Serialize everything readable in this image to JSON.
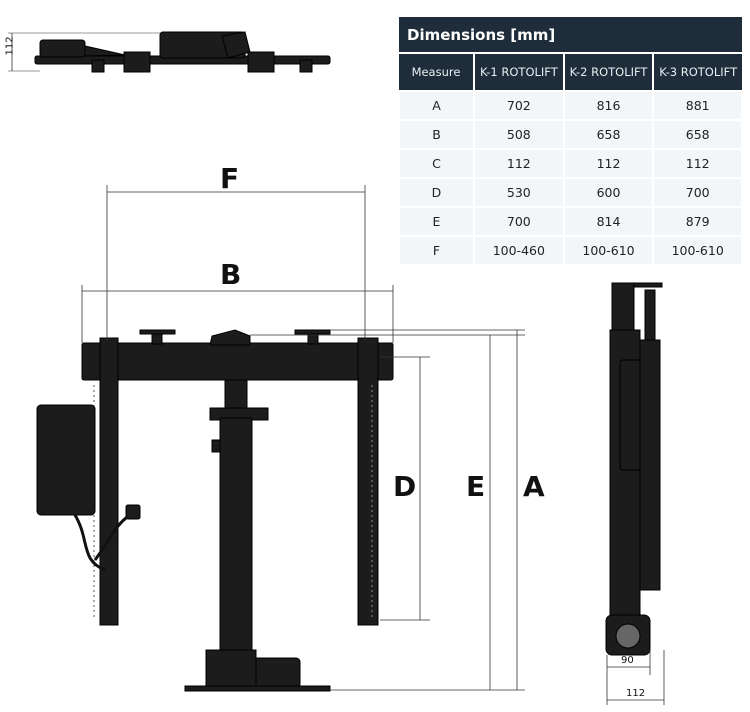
{
  "table": {
    "title": "Dimensions [mm]",
    "headers": [
      "Measure",
      "K-1 ROTOLIFT",
      "K-2 ROTOLIFT",
      "K-3 ROTOLIFT"
    ],
    "rows": [
      [
        "A",
        "702",
        "816",
        "881"
      ],
      [
        "B",
        "508",
        "658",
        "658"
      ],
      [
        "C",
        "112",
        "112",
        "112"
      ],
      [
        "D",
        "530",
        "600",
        "700"
      ],
      [
        "E",
        "700",
        "814",
        "879"
      ],
      [
        "F",
        "100-460",
        "100-610",
        "100-610"
      ]
    ]
  },
  "dimension_labels": {
    "A": "A",
    "B": "B",
    "D": "D",
    "E": "E",
    "F": "F"
  },
  "top_view": {
    "height_label": "112"
  },
  "side_view": {
    "inner_width_label": "90",
    "outer_width_label": "112"
  },
  "colors": {
    "header_bg": "#1f2d3a",
    "part": "#1c1c1c",
    "row_bg": "#f3f6f8"
  }
}
